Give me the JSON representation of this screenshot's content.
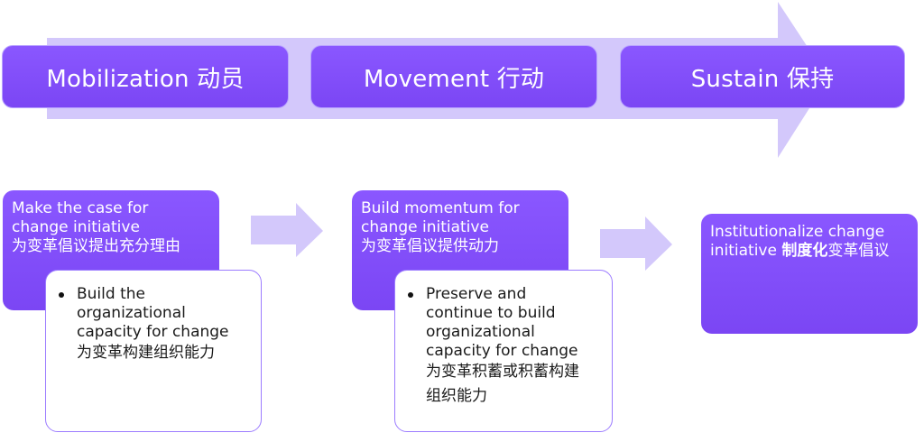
{
  "phases": [
    {
      "label": "Mobilization 动员"
    },
    {
      "label": "Movement 行动"
    },
    {
      "label": "Sustain 保持"
    }
  ],
  "steps": [
    {
      "line1": "Make the case for",
      "line2": "change initiative",
      "line3": "为变革倡议提出充分理由"
    },
    {
      "line1": "Build momentum for",
      "line2": "change initiative",
      "line3": "为变革倡议提供动力"
    },
    {
      "line1": "Institutionalize change",
      "line2_prefix": "initiative ",
      "line2_bold": "制度化",
      "line2_suffix": "变革倡议"
    }
  ],
  "details": [
    {
      "lines": [
        "Build the",
        "organizational",
        "capacity for change"
      ],
      "cn": "为变革构建组织能力"
    },
    {
      "lines": [
        "Preserve and",
        "continue to build",
        "organizational",
        "capacity for change"
      ],
      "cn_line1": "为变革积蓄或积蓄构建",
      "cn_line2": "组织能力"
    }
  ],
  "colors": {
    "box_purple": "#7b46f4",
    "arrow_lavender": "#d3c8fb",
    "border_purple": "#9c7cff"
  }
}
